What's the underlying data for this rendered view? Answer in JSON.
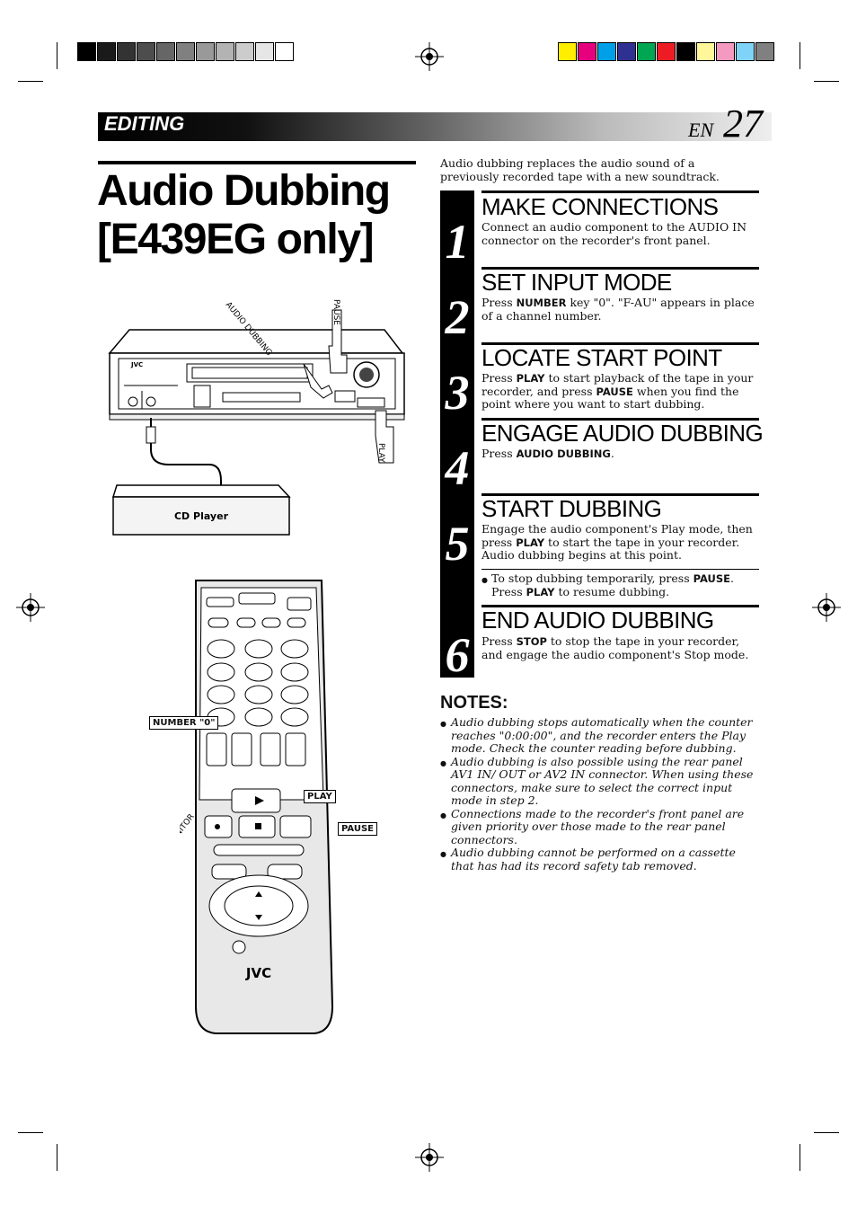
{
  "header": {
    "section": "EDITING",
    "lang": "EN",
    "page_number": "27"
  },
  "title": {
    "line1": "Audio Dubbing",
    "line2": "[E439EG only]"
  },
  "intro": "Audio dubbing replaces the audio sound of a previously recorded tape with a new soundtrack.",
  "steps": [
    {
      "num": "1",
      "heading": "MAKE CONNECTIONS",
      "body": "Connect an audio component to the AUDIO IN connector on the recorder's front panel."
    },
    {
      "num": "2",
      "heading": "SET INPUT MODE",
      "pre": "Press ",
      "bold1": "NUMBER",
      "post": " key \"0\". \"F-AU\" appears in place of a channel number."
    },
    {
      "num": "3",
      "heading": "LOCATE START POINT",
      "pre": "Press ",
      "bold1": "PLAY",
      "mid": " to start playback of the tape in your recorder, and press ",
      "bold2": "PAUSE",
      "post": " when you find the point where you want to start dubbing."
    },
    {
      "num": "4",
      "heading": "ENGAGE AUDIO DUBBING",
      "pre": "Press ",
      "bold1": "AUDIO DUBBING",
      "post": "."
    },
    {
      "num": "5",
      "heading": "START DUBBING",
      "pre": "Engage the audio component's Play mode, then press ",
      "bold1": "PLAY",
      "post": " to start the tape in your recorder. Audio dubbing begins at this point.",
      "bullet_pre": "To stop dubbing temporarily, press ",
      "bullet_b1": "PAUSE",
      "bullet_mid": ". Press ",
      "bullet_b2": "PLAY",
      "bullet_post": " to resume dubbing."
    },
    {
      "num": "6",
      "heading": "END AUDIO DUBBING",
      "pre": "Press ",
      "bold1": "STOP",
      "post": " to stop the tape in your recorder, and engage the audio component's Stop mode."
    }
  ],
  "notes": {
    "heading": "NOTES:",
    "items": [
      "Audio dubbing stops automatically when the counter reaches \"0:00:00\", and the recorder enters the Play mode. Check the counter reading before dubbing.",
      "Audio dubbing is also possible using the rear panel AV1 IN/ OUT or AV2 IN connector. When using these connectors, make sure to select the correct input mode in step 2.",
      "Connections made to the recorder's front panel are given priority over those made to the rear panel connectors.",
      "Audio dubbing cannot be performed on a cassette that has had its record safety tab removed."
    ]
  },
  "diagram": {
    "audio_dubbing": "AUDIO DUBBING",
    "pause": "PAUSE",
    "play": "PLAY",
    "vcr_brand": "JVC",
    "cd_player": "CD Player"
  },
  "remote": {
    "number_label": "NUMBER \"0\"",
    "play_label": "PLAY",
    "pause_label": "PAUSE",
    "audio_monitor": "AUDIO MONITOR",
    "brand": "JVC"
  },
  "colors": {
    "gray_bars": [
      "#000000",
      "#1a1a1a",
      "#333333",
      "#4d4d4d",
      "#666666",
      "#808080",
      "#999999",
      "#b3b3b3",
      "#cccccc",
      "#e6e6e6",
      "#ffffff"
    ],
    "color_bars": [
      "#ffee00",
      "#e6007e",
      "#00a0e9",
      "#2e3192",
      "#00a651",
      "#ed1c24",
      "#000000",
      "#fff799",
      "#f49ac1",
      "#7fd3f7",
      "#808080"
    ]
  }
}
